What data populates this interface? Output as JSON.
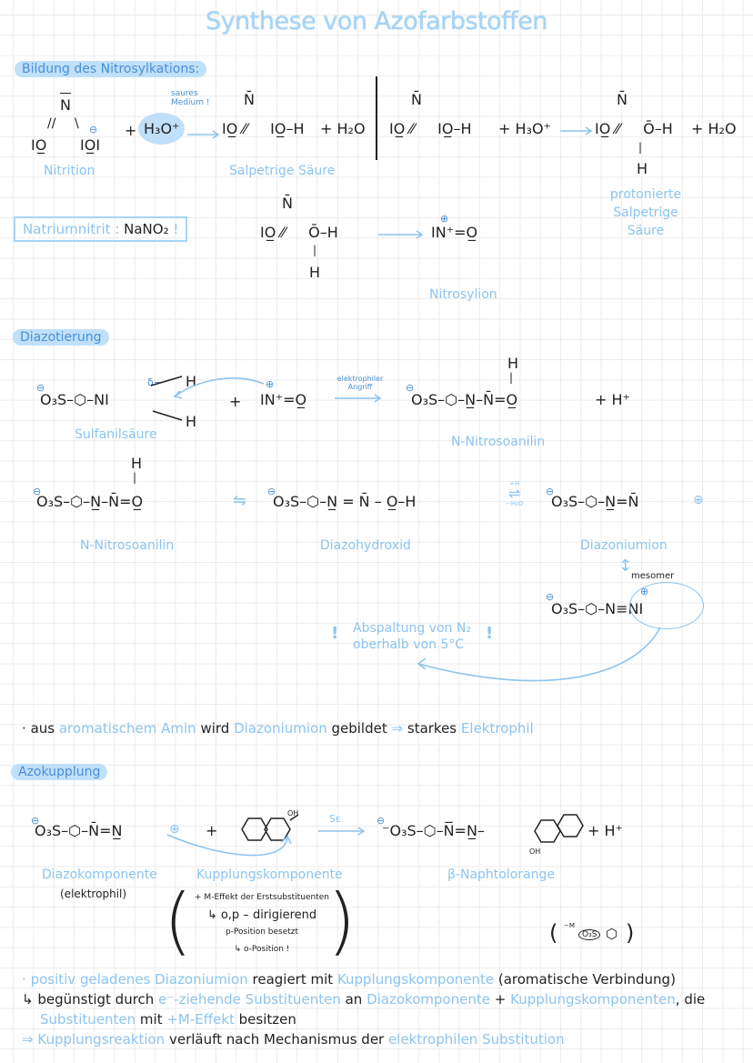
{
  "title": "Synthese von Azofarbstoffen",
  "sections": {
    "nitrosyl": {
      "label": "Bildung des Nitrosylkations:",
      "reaction1": {
        "reactant1": "N̅ / IO̲ // IO̲I⁻",
        "plus": "+",
        "reagent": "H₃O⁺",
        "condition": "saures Medium !",
        "product": "IO̲=N̅–O̲–H",
        "byproduct": "+ H₂O",
        "label_reactant": "Nitrition",
        "label_product": "Salpetrige Säure"
      },
      "reaction2": {
        "reactant": "IO̲=N̅–O̲–H",
        "reagent": "+ H₃O⁺",
        "product": "IO̲=N̅–O̅(H)–H",
        "byproduct": "+ H₂O",
        "label_product": "protonierte Salpetrige Säure"
      },
      "reaction3": {
        "reactant": "IO̲=N̅–O̅(H)–H",
        "product": "IN⁺=O̲",
        "label_product": "Nitrosylion"
      },
      "note_label": "Natriumnitrit :",
      "note_formula": "NaNO₂",
      "note_mark": "!"
    },
    "diazotierung": {
      "label": "Diazotierung",
      "step1": {
        "reactant1": "⁻O₃S–⬡–NI(H)₂",
        "delta": "δ−",
        "plus": "+",
        "reactant2": "IN⁺=O̲",
        "arrow_label": "elektrophiler Angriff",
        "product": "⁻O₃S–⬡–N̲(H)–N̅=O̲",
        "byproduct": "+ H⁺",
        "label_reactant": "Sulfanilsäure",
        "label_product": "N-Nitrosoanilin"
      },
      "step2": {
        "species1": "⁻O₃S–⬡–N̲(H)–N̅=O̲",
        "species2": "⁻O₃S–⬡–N̲=N̅–O̲–H",
        "species3": "⁻O₃S–⬡–N̲=N̅⊕",
        "eq_top": "+H",
        "eq_bottom": "−H₂O",
        "label1": "N-Nitrosoanilin",
        "label2": "Diazohydroxid",
        "label3": "Diazoniumion"
      },
      "mesomer": {
        "label": "mesomer",
        "structure": "⁻O₃S–⬡–N⁺≡NI"
      },
      "warning": {
        "line1": "Abspaltung von N₂",
        "line2": "oberhalb von 5°C",
        "mark": "!"
      }
    },
    "summary_line": {
      "bullet": "·",
      "parts": [
        "aus",
        "aromatischem Amin",
        "wird",
        "Diazoniumion",
        "gebildet",
        "⇒",
        "starkes",
        "Elektrophil"
      ]
    },
    "azokupplung": {
      "label": "Azokupplung",
      "reaction": {
        "diazo": "⁻O₃S–⬡–N̅=N̲⊕",
        "plus": "+",
        "naphthol_oh": "OH",
        "arrow_label": "Sᴇ",
        "product": "⁻O₃S–⬡–N̅=N̲–",
        "product_oh": "OH",
        "byproduct": "+ H⁺",
        "label_diazo": "Diazokomponente",
        "label_diazo_sub": "(elektrophil)",
        "label_kupplung": "Kupplungskomponente",
        "label_product": "β-Naphtolorange"
      },
      "paren_notes": [
        "+ M-Effekt der Erstsubstituenten",
        "↳ o,p – dirigierend",
        "p-Position besetzt",
        "↳ o-Position !"
      ],
      "side_note": {
        "effect": "−M",
        "group": "O₃S",
        "ring": "⬡"
      }
    },
    "bottom_notes": [
      {
        "prefix": "·",
        "parts": [
          {
            "t": "positiv geladenes Diazoniumion",
            "c": "blue"
          },
          {
            "t": " reagiert mit ",
            "c": "black"
          },
          {
            "t": "Kupplungskomponente",
            "c": "blue"
          },
          {
            "t": " (aromatische Verbindung)",
            "c": "black"
          }
        ]
      },
      {
        "prefix": "↳",
        "parts": [
          {
            "t": "begünstigt durch ",
            "c": "black"
          },
          {
            "t": "e⁻-ziehende Substituenten",
            "c": "blue"
          },
          {
            "t": " an ",
            "c": "black"
          },
          {
            "t": "Diazokomponente",
            "c": "blue"
          },
          {
            "t": " + ",
            "c": "black"
          },
          {
            "t": "Kupplungskomponenten",
            "c": "blue"
          },
          {
            "t": ", die",
            "c": "black"
          }
        ]
      },
      {
        "prefix": "",
        "parts": [
          {
            "t": "Substituenten",
            "c": "blue"
          },
          {
            "t": " mit ",
            "c": "black"
          },
          {
            "t": "+M-Effekt",
            "c": "blue"
          },
          {
            "t": " besitzen",
            "c": "black"
          }
        ]
      },
      {
        "prefix": "⇒",
        "parts": [
          {
            "t": "Kupplungsreaktion",
            "c": "blue"
          },
          {
            "t": " verläuft nach Mechanismus der ",
            "c": "black"
          },
          {
            "t": "elektrophilen Substitution",
            "c": "blue"
          }
        ]
      }
    ]
  },
  "colors": {
    "accent_blue": "#8cc4ee",
    "highlight_blue": "#bfe0f8",
    "ink": "#222222",
    "grid": "#ececec"
  }
}
